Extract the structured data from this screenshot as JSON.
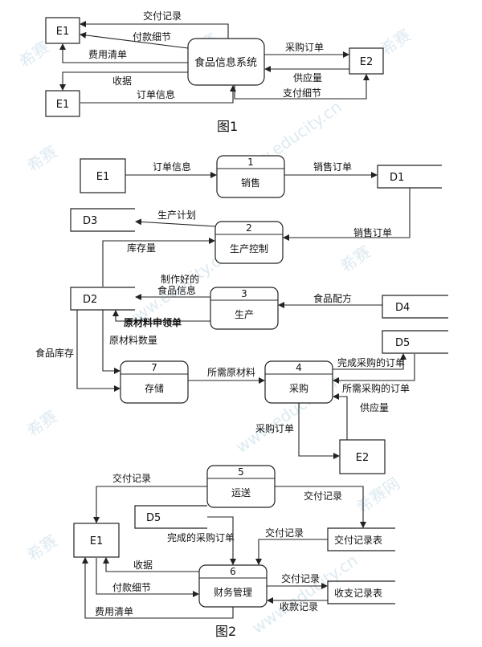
{
  "fig1": {
    "caption": "图1",
    "system": "食品信息系统",
    "e1_top": "E1",
    "e1_bottom": "E1",
    "e2": "E2",
    "flows": {
      "delivery": "交付记录",
      "payment_detail": "付款细节",
      "expense": "费用清单",
      "receipt": "收据",
      "order_info": "订单信息",
      "purchase_order": "采购订单",
      "supply": "供应量",
      "pay_detail": "支付细节"
    }
  },
  "fig2": {
    "caption": "图2",
    "processes": {
      "p1": {
        "num": "1",
        "name": "销售"
      },
      "p2": {
        "num": "2",
        "name": "生产控制"
      },
      "p3": {
        "num": "3",
        "name": "生产"
      },
      "p4": {
        "num": "4",
        "name": "采购"
      },
      "p5": {
        "num": "5",
        "name": "运送"
      },
      "p6": {
        "num": "6",
        "name": "财务管理"
      },
      "p7": {
        "num": "7",
        "name": "存储"
      }
    },
    "entities": {
      "e1_a": "E1",
      "e2": "E2",
      "e1_b": "E1"
    },
    "stores": {
      "d1": "D1",
      "d2": "D2",
      "d3": "D3",
      "d4": "D4",
      "d5_a": "D5",
      "d5_b": "D5",
      "delivery_table": "交付记录表",
      "ledger": "收支记录表"
    },
    "flows": {
      "order_info": "订单信息",
      "sales_order_1": "销售订单",
      "prod_plan": "生产计划",
      "sales_order_2": "销售订单",
      "stock": "库存量",
      "made_food_1": "制作好的",
      "made_food_2": "食品信息",
      "recipe": "食品配方",
      "material_req": "原材料申领单",
      "material_qty": "原材料数量",
      "food_stock": "食品库存",
      "needed_material": "所需原材料",
      "done_po": "完成采购的订单",
      "needed_po": "所需采购的订单",
      "supply": "供应量",
      "po": "采购订单",
      "delivery_1": "交付记录",
      "delivery_2": "交付记录",
      "delivery_3": "交付记录",
      "done_po_2": "完成的采购订单",
      "receipt": "收据",
      "delivery_4": "交付记录",
      "payment_detail": "付款细节",
      "collect": "收款记录",
      "expense": "费用清单"
    }
  },
  "watermark": {
    "brand": "希赛",
    "brand2": "希赛网",
    "site": "www.educity.cn"
  }
}
